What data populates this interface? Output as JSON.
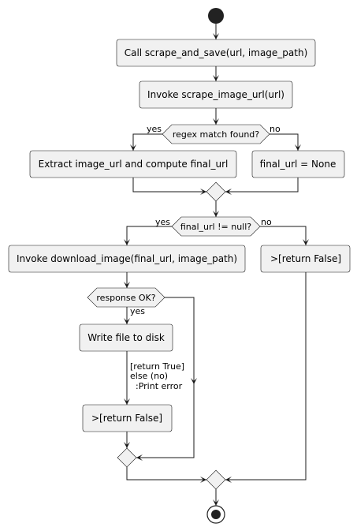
{
  "diagram": {
    "actions": {
      "call": "Call scrape_and_save(url, image_path)",
      "invoke_scrape": "Invoke scrape_image_url(url)",
      "extract": "Extract image_url and compute final_url",
      "final_none": "final_url = None",
      "invoke_download": "Invoke download_image(final_url, image_path)",
      "return_false_1": ">[return False]",
      "write_file": "Write file to disk",
      "return_false_2": ">[return False]"
    },
    "decisions": {
      "regex": "regex match found?",
      "final_null": "final_url != null?",
      "response": "response OK?"
    },
    "branch_labels": {
      "regex_yes": "yes",
      "regex_no": "no",
      "null_yes": "yes",
      "null_no": "no",
      "response_yes": "yes"
    },
    "note": {
      "line1": "[return True]",
      "line2": "else (no)",
      "line3": ":Print error"
    }
  }
}
